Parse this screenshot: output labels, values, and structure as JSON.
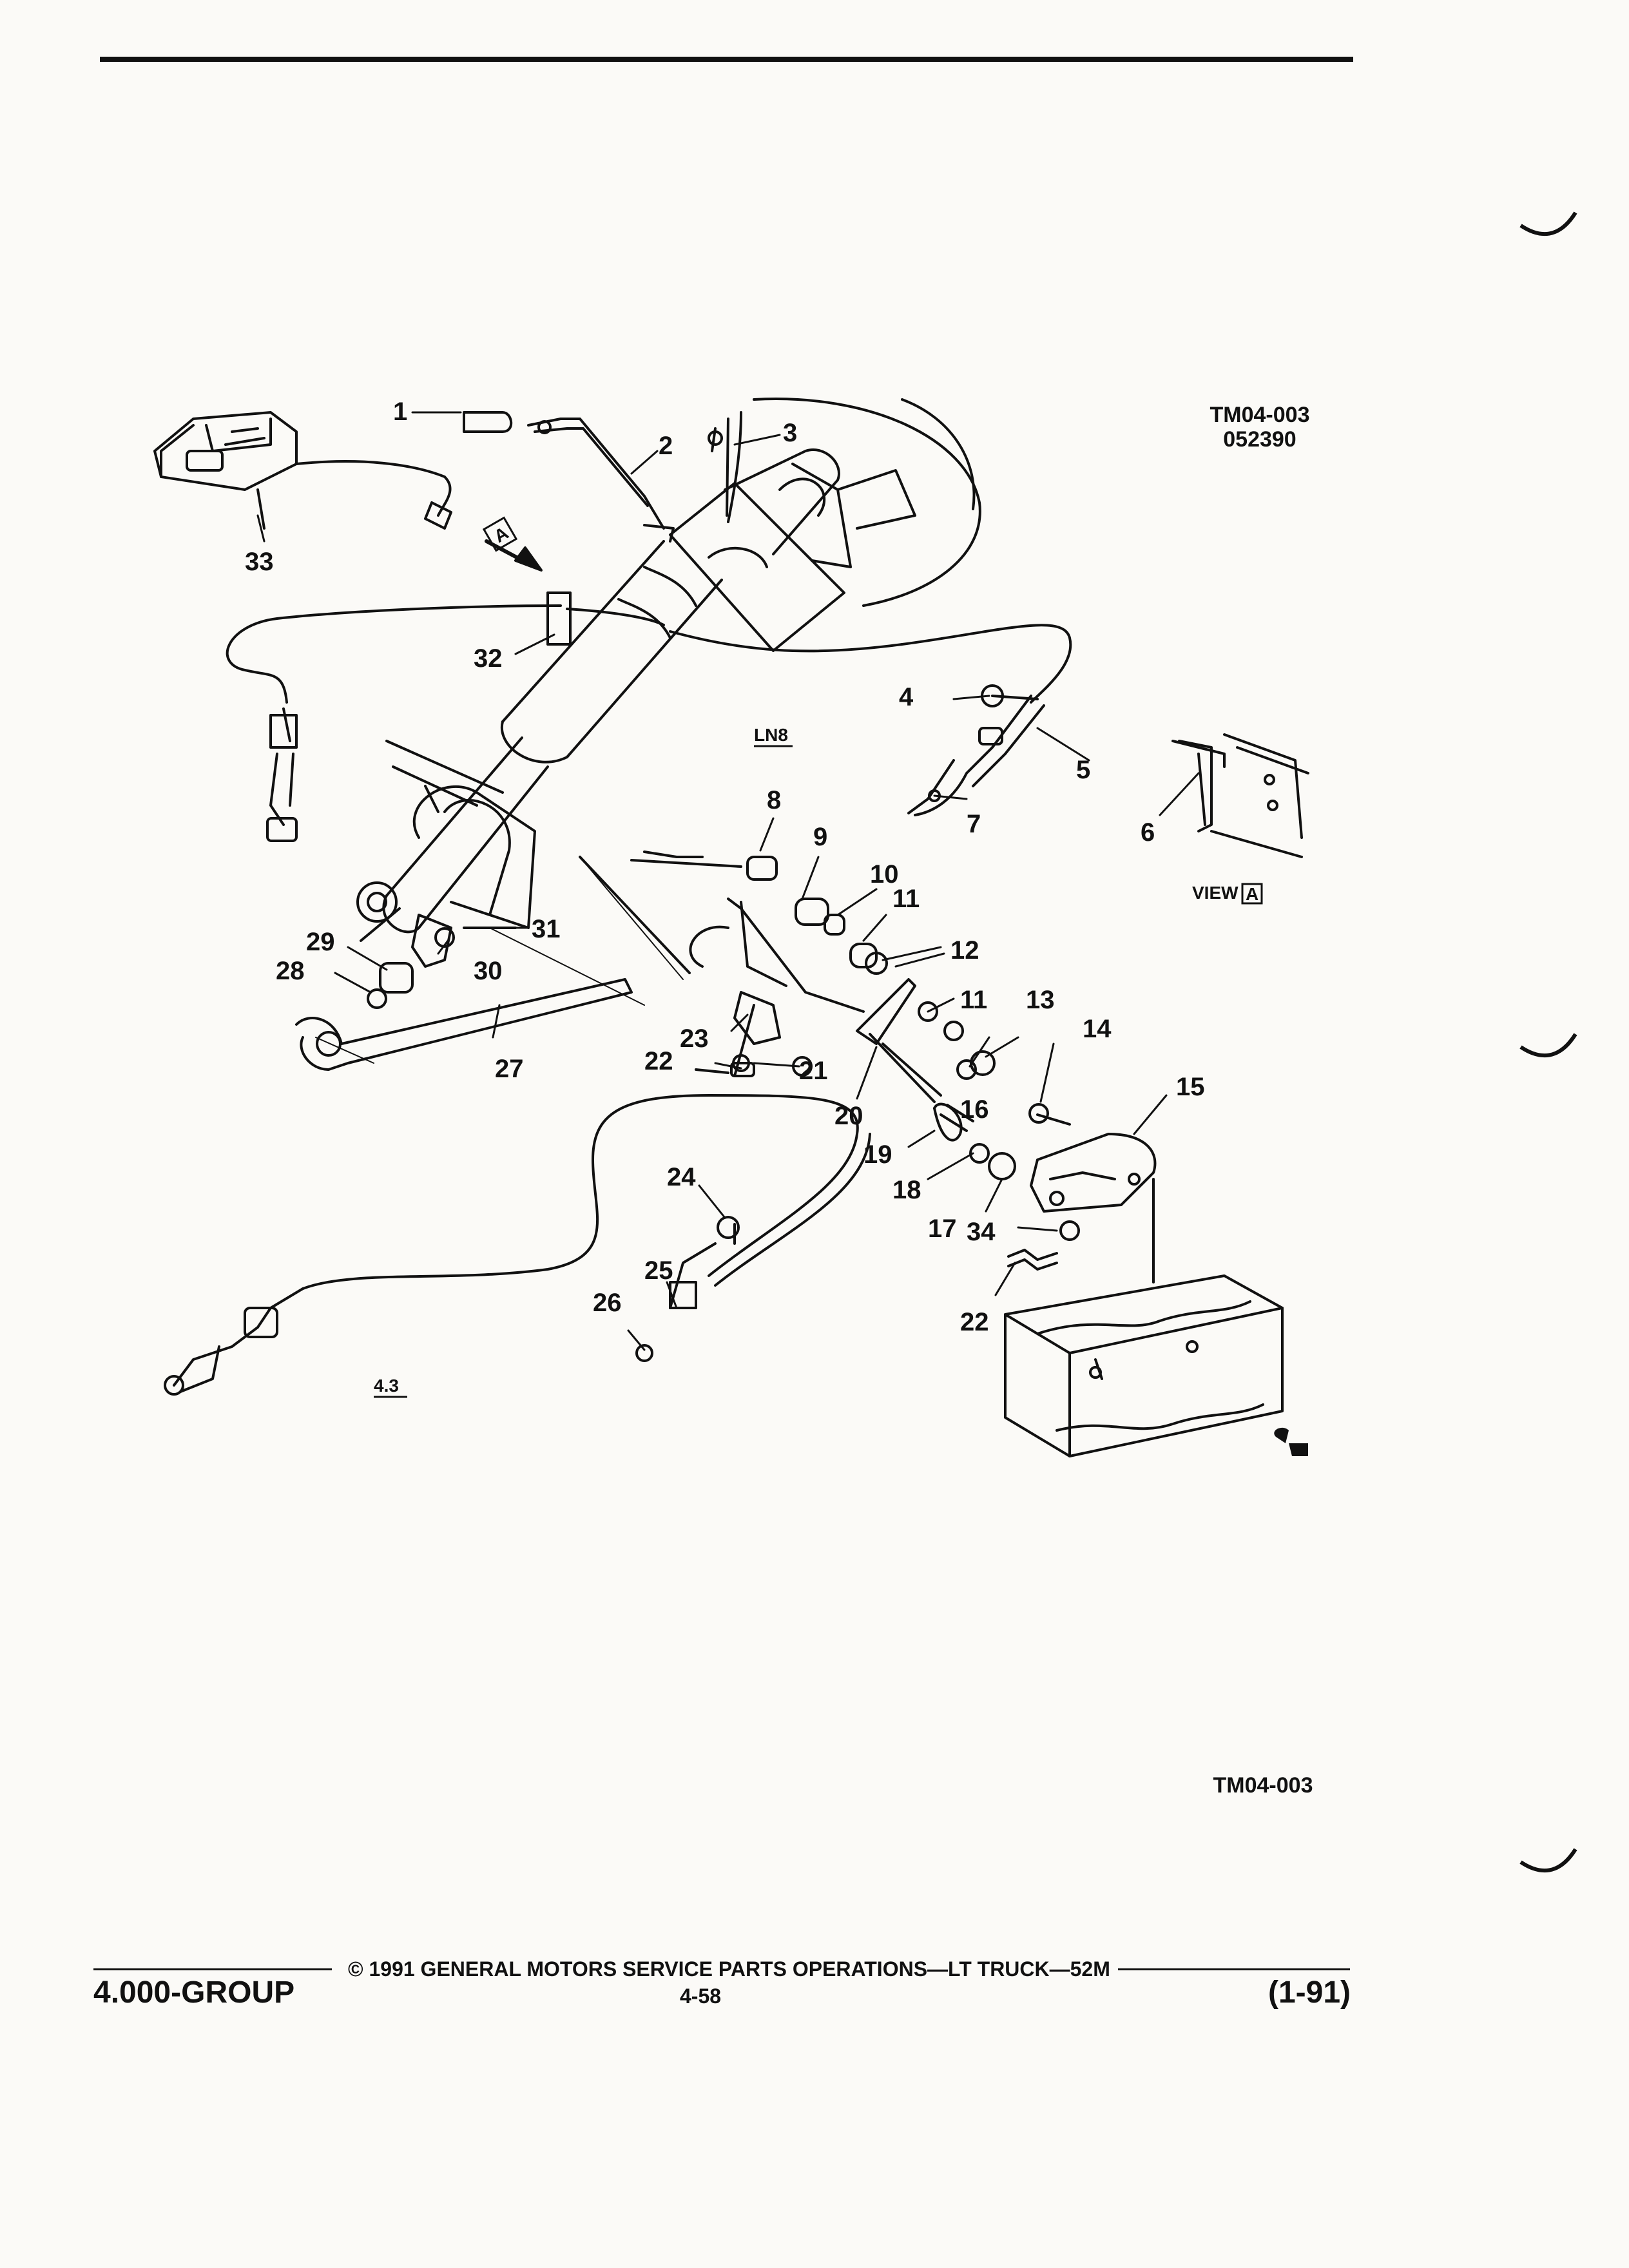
{
  "figure_id": "TM04-003",
  "figure_date": "052390",
  "figure_id_bottom": "TM04-003",
  "engine_labels": {
    "ln8": "LN8",
    "v6": "4.3"
  },
  "view_label": {
    "prefix": "VIEW",
    "letter": "A"
  },
  "view_arrow_letter": "A",
  "callouts": {
    "c1": "1",
    "c2": "2",
    "c3": "3",
    "c4": "4",
    "c5": "5",
    "c6": "6",
    "c7": "7",
    "c8": "8",
    "c9": "9",
    "c10": "10",
    "c11a": "11",
    "c11b": "11",
    "c12": "12",
    "c13": "13",
    "c14": "14",
    "c15": "15",
    "c16": "16",
    "c17": "17",
    "c18": "18",
    "c19": "19",
    "c20": "20",
    "c21": "21",
    "c22a": "22",
    "c22b": "22",
    "c23": "23",
    "c24": "24",
    "c25": "25",
    "c26": "26",
    "c27": "27",
    "c28": "28",
    "c29": "29",
    "c30": "30",
    "c31": "31",
    "c32": "32",
    "c33": "33",
    "c34": "34"
  },
  "footer": {
    "copyright": "© 1991 GENERAL MOTORS SERVICE PARTS OPERATIONS—LT TRUCK—52M",
    "page": "4-58",
    "group": "4.000-GROUP",
    "date": "(1-91)"
  }
}
